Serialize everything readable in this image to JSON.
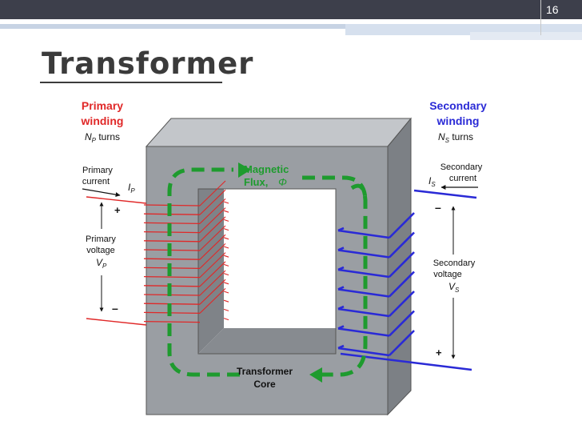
{
  "slide": {
    "number": "16",
    "title": "Transformer"
  },
  "labels": {
    "primary_winding_1": "Primary",
    "primary_winding_2": "winding",
    "primary_turns_sym": "N",
    "primary_turns_sub": "P",
    "primary_turns_word": " turns",
    "primary_current_1": "Primary",
    "primary_current_2": "current",
    "primary_current_sym": "I",
    "primary_current_sub": "P",
    "primary_plus": "+",
    "primary_minus": "–",
    "primary_voltage_1": "Primary",
    "primary_voltage_2": "voltage",
    "primary_voltage_sym": "V",
    "primary_voltage_sub": "P",
    "flux_1": "Magnetic",
    "flux_2": "Flux,",
    "flux_sym": "Φ",
    "secondary_winding_1": "Secondary",
    "secondary_winding_2": "winding",
    "secondary_turns_sym": "N",
    "secondary_turns_sub": "S",
    "secondary_turns_word": " turns",
    "secondary_current_1": "Secondary",
    "secondary_current_2": "current",
    "secondary_current_sym": "I",
    "secondary_current_sub": "S",
    "secondary_minus": "–",
    "secondary_plus": "+",
    "secondary_voltage_1": "Secondary",
    "secondary_voltage_2": "voltage",
    "secondary_voltage_sym": "V",
    "secondary_voltage_sub": "S",
    "core_1": "Transformer",
    "core_2": "Core"
  },
  "colors": {
    "primary": "#e02828",
    "secondary": "#2a2ad6",
    "flux": "#1e9b2e",
    "core_front": "#9a9ea3",
    "core_top": "#c3c6ca",
    "core_side": "#7c8085",
    "core_inner": "#7f8388",
    "title": "#3b3b3b"
  }
}
